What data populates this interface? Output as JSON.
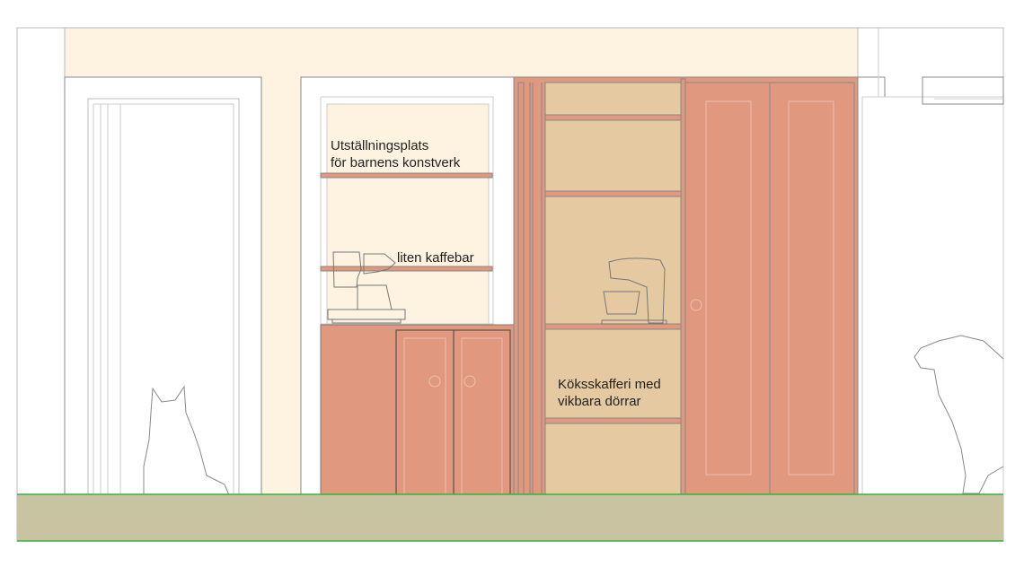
{
  "labels": {
    "display": [
      "Utställningsplats",
      "för barnens konstverk"
    ],
    "coffee": "liten kaffebar",
    "pantry": [
      "Köksskafferi med",
      "vikbara dörrar"
    ]
  },
  "colors": {
    "wall": "#fdf3e0",
    "cabinet": "#e0987e",
    "shelf_interior": "#e5c9a0",
    "floor": "#c8c3a0",
    "floor_line": "#3cb043",
    "outline": "#777777"
  }
}
